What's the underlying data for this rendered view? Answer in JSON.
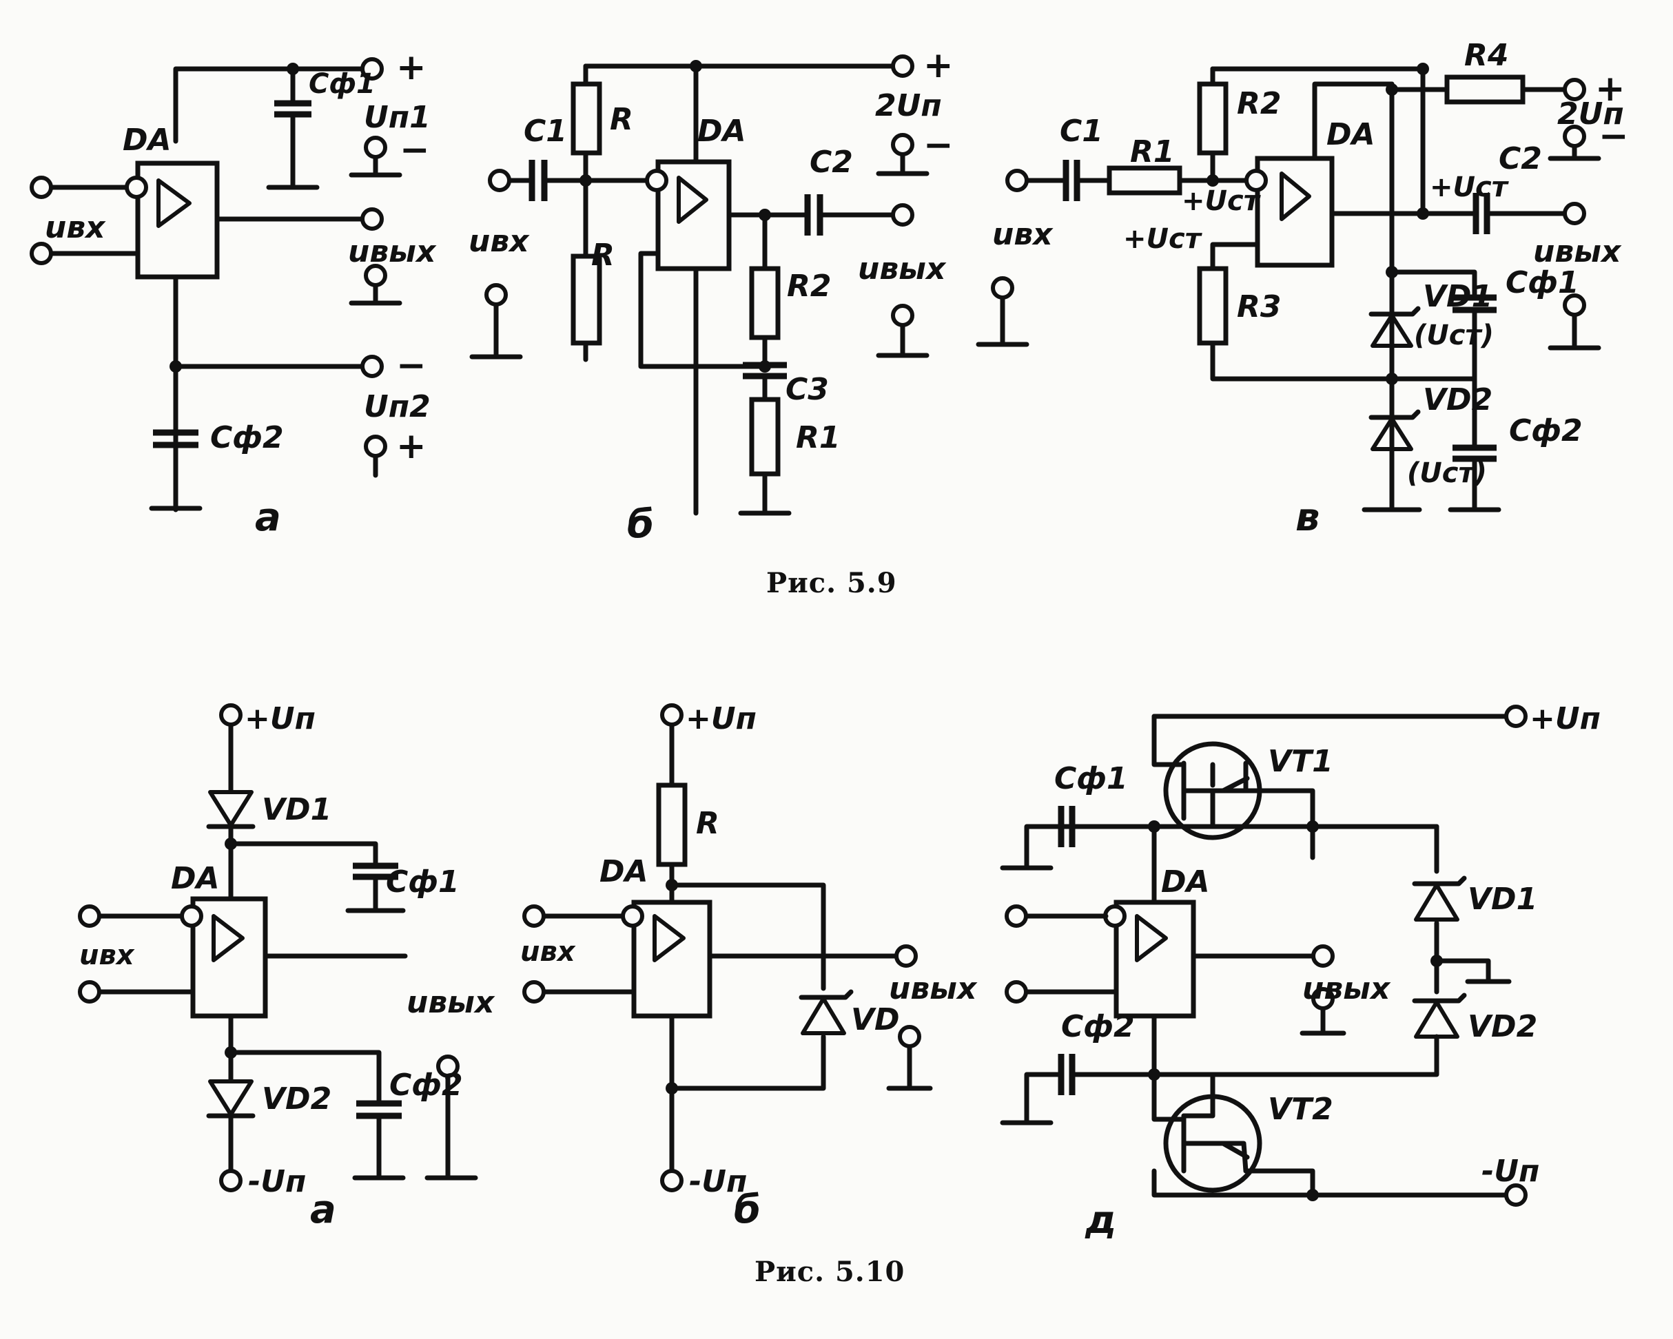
{
  "figures": {
    "fig59": {
      "caption": "Рис. 5.9",
      "a": {
        "sublabel": "а",
        "opamp": "DA",
        "cap1": "Cф1",
        "cap2": "Cф2",
        "input": "uвх",
        "output": "uвых",
        "supply1": "Uп1",
        "supply2": "Uп2",
        "plus1": "+",
        "minus1": "−",
        "minus2": "−",
        "plus2": "+"
      },
      "b": {
        "sublabel": "б",
        "opamp": "DA",
        "c1": "C1",
        "c2": "C2",
        "c3": "C3",
        "r_top": "R",
        "r_bot": "R",
        "r2": "R2",
        "r1": "R1",
        "input": "uвх",
        "output": "uвых",
        "supply": "2Uп",
        "plus": "+",
        "minus": "−"
      },
      "c": {
        "sublabel": "в",
        "opamp": "DA",
        "c1": "C1",
        "c2": "C2",
        "r1": "R1",
        "r2": "R2",
        "r3": "R3",
        "r4": "R4",
        "vd1": "VD1",
        "vd2": "VD2",
        "vd1_note": "(Uст)",
        "vd2_note": "(Uст)",
        "cap1": "Cф1",
        "cap2": "Cф2",
        "ust1": "+Uст",
        "ust2": "+Uст",
        "ust3": "+Uст",
        "input": "uвх",
        "output": "uвых",
        "supply": "2Uп",
        "plus": "+",
        "minus": "−"
      }
    },
    "fig510": {
      "caption": "Рис. 5.10",
      "a": {
        "sublabel": "а",
        "opamp": "DA",
        "vd1": "VD1",
        "vd2": "VD2",
        "cap1": "Cф1",
        "cap2": "Cф2",
        "input": "uвх",
        "output": "uвых",
        "vplus": "+Uп",
        "vminus": "-Uп"
      },
      "b": {
        "sublabel": "б",
        "opamp": "DA",
        "r": "R",
        "vd": "VD",
        "input": "uвх",
        "output": "uвых",
        "vplus": "+Uп",
        "vminus": "-Uп"
      },
      "d": {
        "sublabel": "д",
        "opamp": "DA",
        "vt1": "VT1",
        "vt2": "VT2",
        "vd1": "VD1",
        "vd2": "VD2",
        "cap1": "Cф1",
        "cap2": "Cф2",
        "output": "uвых",
        "vplus": "+Uп",
        "vminus": "-Uп"
      }
    }
  }
}
